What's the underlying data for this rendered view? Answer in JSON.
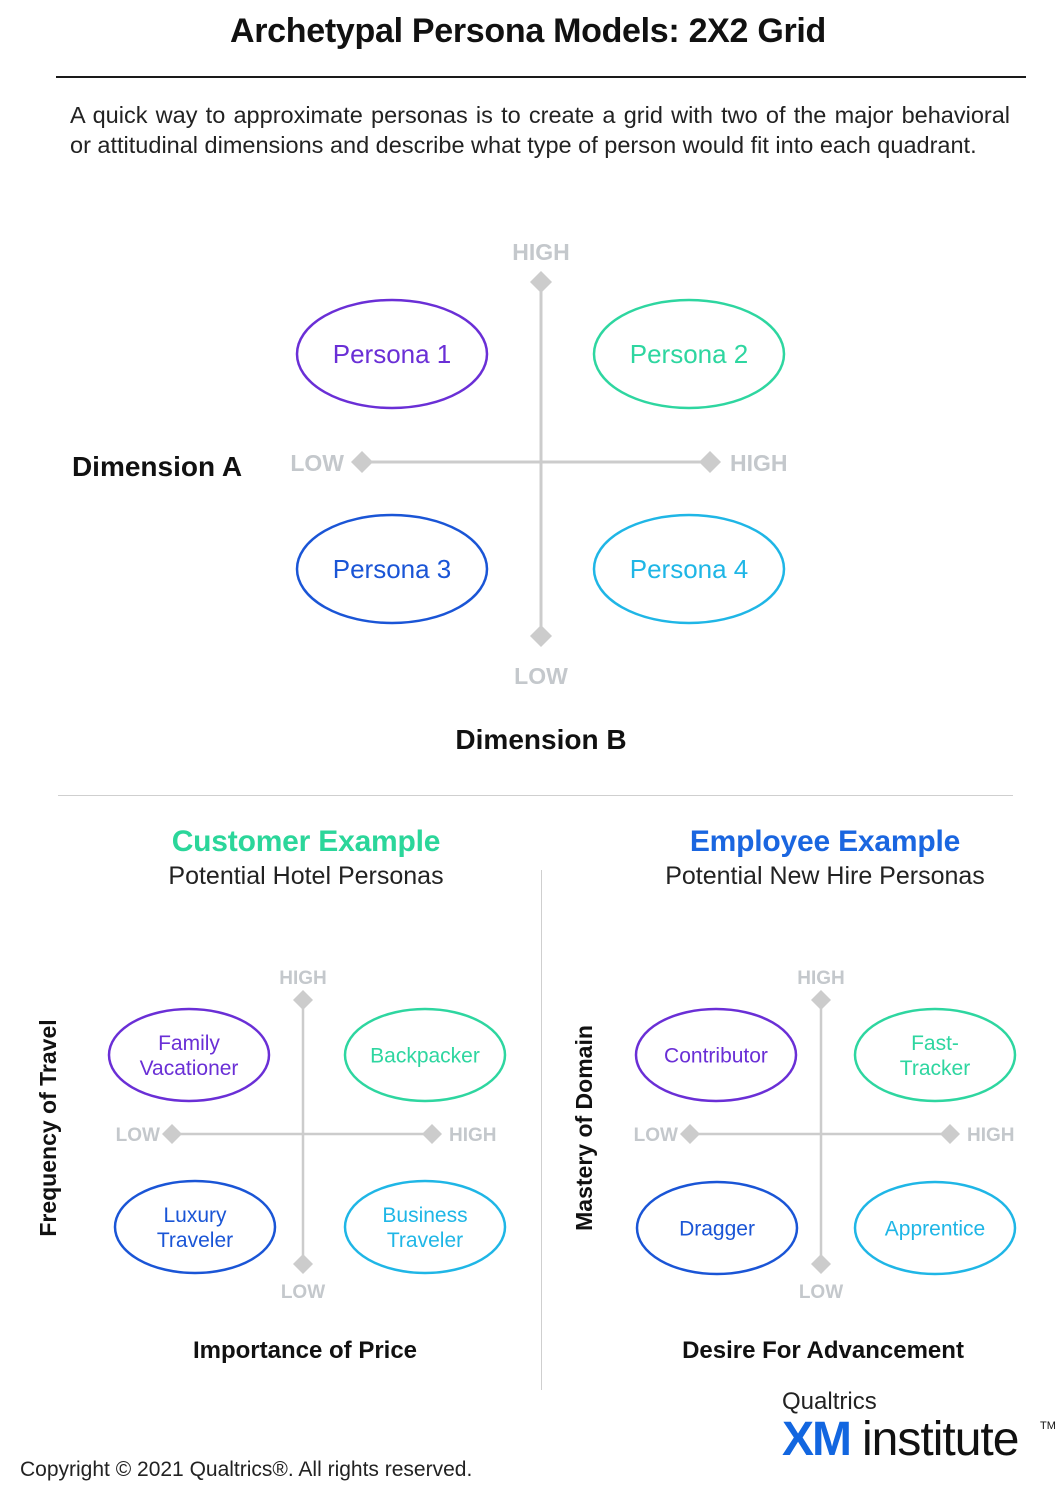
{
  "title": "Archetypal Persona Models: 2X2 Grid",
  "intro": "A quick way to approximate personas is to create a grid with two of the major behavioral or attitudinal dimensions and describe what type of person would fit into each quadrant.",
  "main_grid": {
    "y_high": "HIGH",
    "y_low": "LOW",
    "x_low": "LOW",
    "x_high": "HIGH",
    "y_axis_label": "Dimension A",
    "x_axis_label": "Dimension B",
    "personas": [
      "Persona 1",
      "Persona 2",
      "Persona 3",
      "Persona 4"
    ]
  },
  "customer": {
    "title": "Customer Example",
    "subtitle": "Potential Hotel Personas",
    "y_high": "HIGH",
    "y_low": "LOW",
    "x_low": "LOW",
    "x_high": "HIGH",
    "y_axis_label": "Frequency of Travel",
    "x_axis_label": "Importance of Price",
    "personas": [
      [
        "Family",
        "Vacationer"
      ],
      [
        "Backpacker"
      ],
      [
        "Luxury",
        "Traveler"
      ],
      [
        "Business",
        "Traveler"
      ]
    ]
  },
  "employee": {
    "title": "Employee Example",
    "subtitle": "Potential New Hire Personas",
    "y_high": "HIGH",
    "y_low": "LOW",
    "x_low": "LOW",
    "x_high": "HIGH",
    "y_axis_label": "Mastery of Domain",
    "x_axis_label": "Desire For Advancement",
    "personas": [
      [
        "Contributor"
      ],
      [
        "Fast-",
        "Tracker"
      ],
      [
        "Dragger"
      ],
      [
        "Apprentice"
      ]
    ]
  },
  "colors": {
    "purple": "#6a2fd6",
    "green": "#2ed6a0",
    "blue": "#1a55d6",
    "cyan": "#1fb6e6",
    "axis": "#cccccc",
    "axis_label": "#c4c8cc",
    "customer_title": "#2bd69a",
    "employee_title": "#1a66e0"
  },
  "footer": {
    "copyright": "Copyright © 2021 Qualtrics®.  All rights reserved.",
    "logo_top": "Qualtrics",
    "logo_xm": "XM",
    "logo_institute": "institute",
    "logo_tm": "TM"
  }
}
